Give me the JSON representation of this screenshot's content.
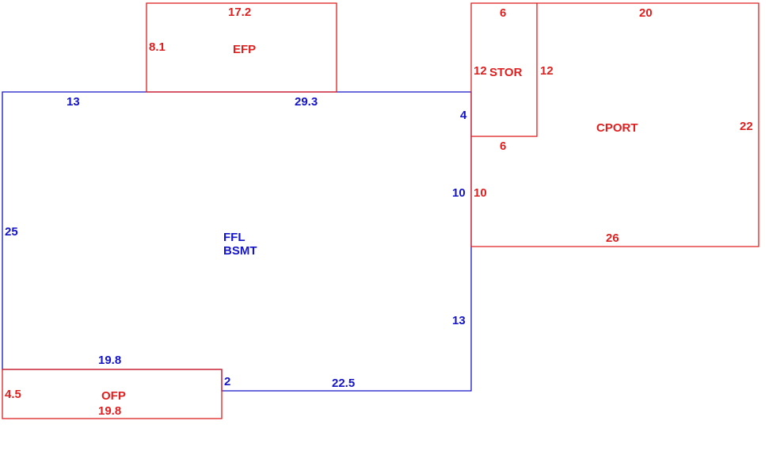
{
  "colors": {
    "main": "#1414c8",
    "addition": "#e02020"
  },
  "areas": {
    "main": {
      "label_line1": "FFL",
      "label_line2": "BSMT"
    },
    "efp": {
      "label": "EFP"
    },
    "stor": {
      "label": "STOR"
    },
    "cport": {
      "label": "CPORT"
    },
    "ofp": {
      "label": "OFP"
    }
  },
  "dimensions": {
    "main": {
      "top_left": "13",
      "top_right": "29.3",
      "left": "25",
      "right_upper": "4",
      "right_mid": "10",
      "right_lower": "13",
      "bottom_left": "19.8",
      "step": "2",
      "bottom_right": "22.5"
    },
    "efp": {
      "top": "17.2",
      "left": "8.1"
    },
    "stor": {
      "top": "6",
      "left": "12",
      "right": "12",
      "bottom": "6"
    },
    "cport": {
      "top": "20",
      "right": "22",
      "left": "10",
      "bottom": "26"
    },
    "ofp": {
      "left": "4.5",
      "bottom": "19.8"
    }
  }
}
